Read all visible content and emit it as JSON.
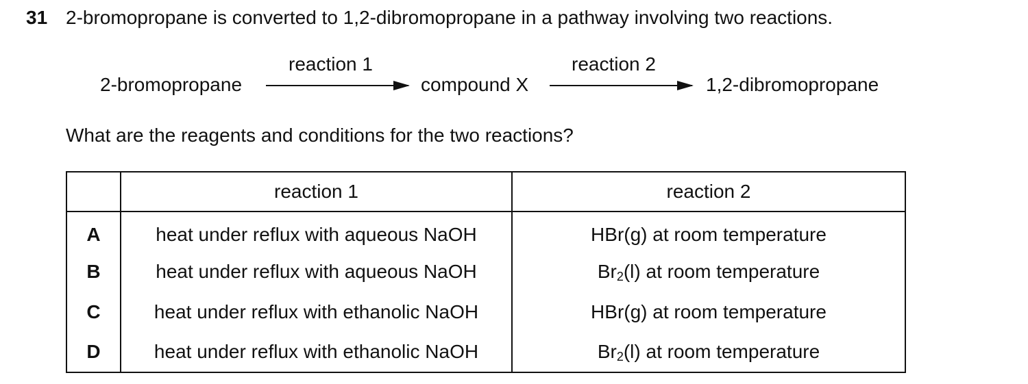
{
  "question": {
    "number": "31",
    "stem": "2-bromopropane is converted to 1,2-dibromopropane in a pathway involving two reactions.",
    "prompt": "What are the reagents and conditions for the two reactions?"
  },
  "scheme": {
    "start": "2-bromopropane",
    "reaction1_label": "reaction 1",
    "intermediate": "compound X",
    "reaction2_label": "reaction 2",
    "product": "1,2-dibromopropane"
  },
  "table": {
    "headers": [
      "",
      "reaction 1",
      "reaction 2"
    ],
    "rows": [
      {
        "letter": "A",
        "r1": "heat under reflux with aqueous NaOH",
        "r2_pre": "HBr(g) at room temperature",
        "r2_sub": "",
        "r2_post": ""
      },
      {
        "letter": "B",
        "r1": "heat under reflux with aqueous NaOH",
        "r2_pre": "Br",
        "r2_sub": "2",
        "r2_post": "(l) at room temperature"
      },
      {
        "letter": "C",
        "r1": "heat under reflux with ethanolic NaOH",
        "r2_pre": "HBr(g) at room temperature",
        "r2_sub": "",
        "r2_post": ""
      },
      {
        "letter": "D",
        "r1": "heat under reflux with ethanolic NaOH",
        "r2_pre": "Br",
        "r2_sub": "2",
        "r2_post": "(l) at room temperature"
      }
    ]
  }
}
